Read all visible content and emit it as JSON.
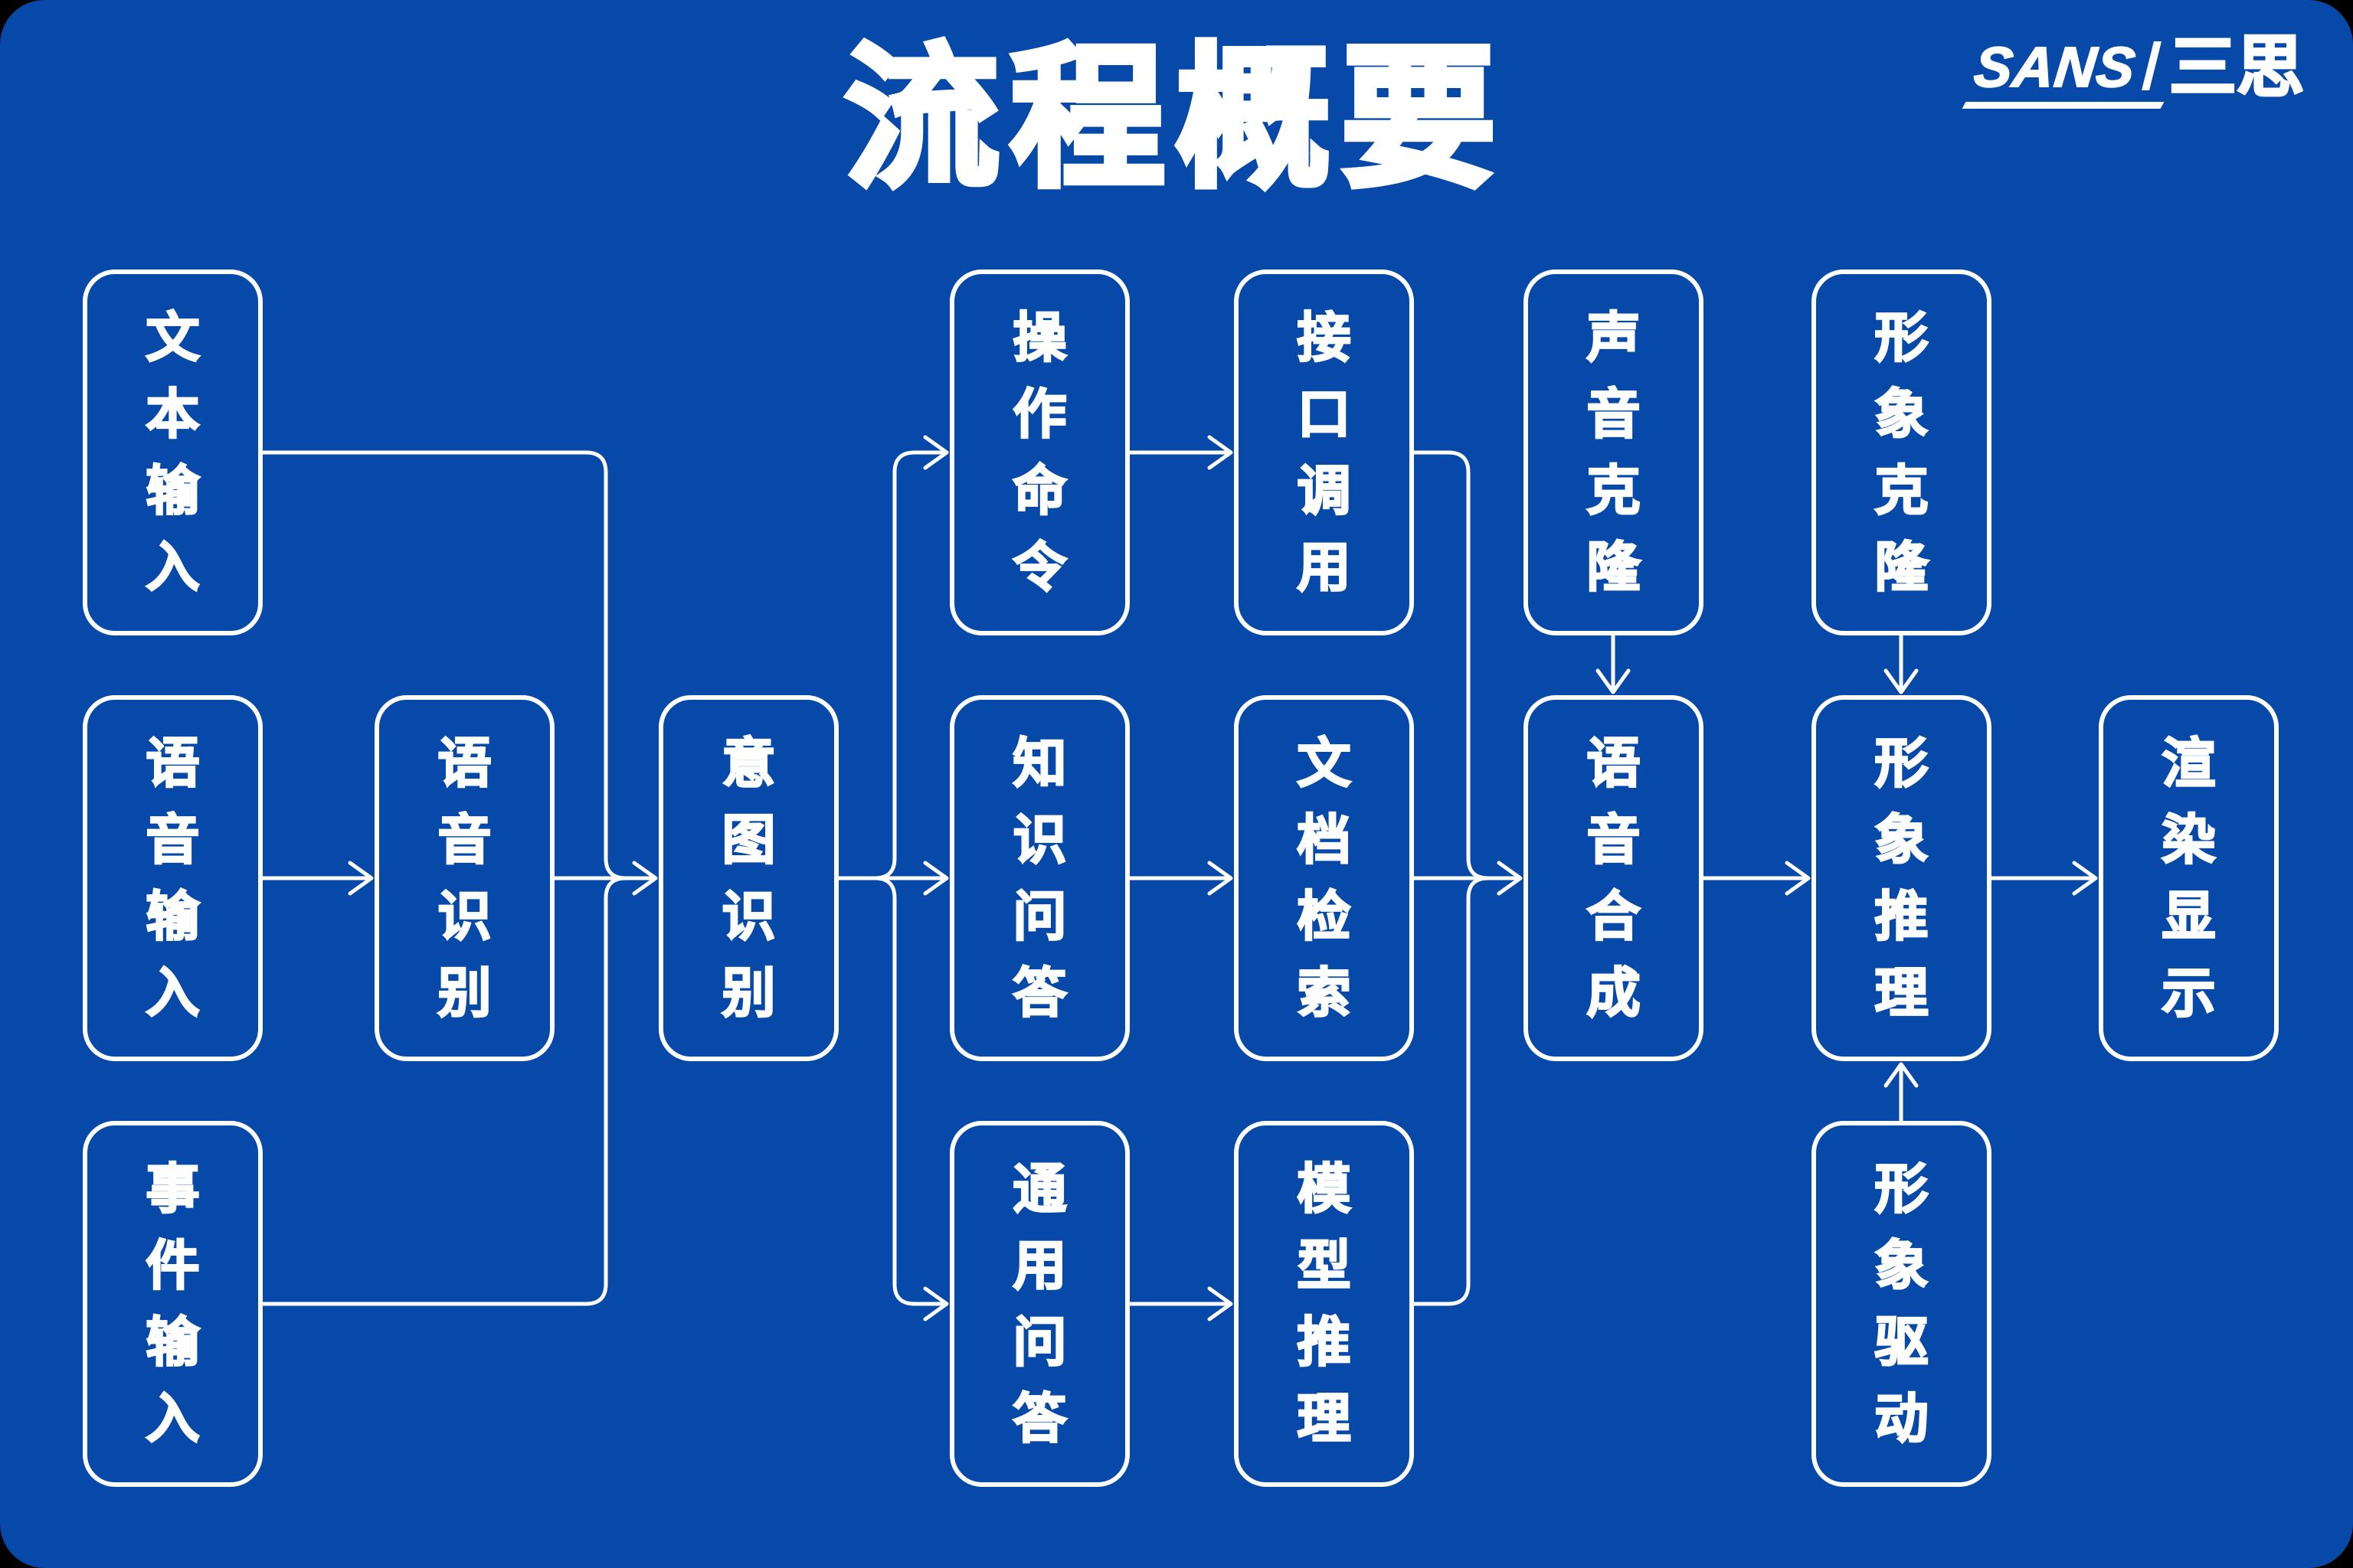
{
  "title": "流程概要",
  "logo": {
    "latin": "SANS",
    "cjk": "三思"
  },
  "colors": {
    "background": "#0749A9",
    "foreground": "#FFFFFF",
    "backdrop": "#000000"
  },
  "nodes": {
    "text_input": "文本输入",
    "voice_input": "语音输入",
    "event_input": "事件输入",
    "speech_recognition": "语音识别",
    "intent_recognition": "意图识别",
    "operation_command": "操作命令",
    "knowledge_qa": "知识问答",
    "general_qa": "通用问答",
    "api_call": "接口调用",
    "document_retrieval": "文档检索",
    "model_inference": "模型推理",
    "voice_cloning": "声音克隆",
    "speech_synthesis": "语音合成",
    "avatar_cloning": "形象克隆",
    "avatar_inference": "形象推理",
    "avatar_driving": "形象驱动",
    "render_display": "渲染显示"
  },
  "edges": [
    {
      "from": "text_input",
      "to": "intent_recognition"
    },
    {
      "from": "voice_input",
      "to": "speech_recognition"
    },
    {
      "from": "event_input",
      "to": "intent_recognition"
    },
    {
      "from": "speech_recognition",
      "to": "intent_recognition"
    },
    {
      "from": "intent_recognition",
      "to": "operation_command"
    },
    {
      "from": "intent_recognition",
      "to": "knowledge_qa"
    },
    {
      "from": "intent_recognition",
      "to": "general_qa"
    },
    {
      "from": "operation_command",
      "to": "api_call"
    },
    {
      "from": "knowledge_qa",
      "to": "document_retrieval"
    },
    {
      "from": "general_qa",
      "to": "model_inference"
    },
    {
      "from": "api_call",
      "to": "speech_synthesis"
    },
    {
      "from": "document_retrieval",
      "to": "speech_synthesis"
    },
    {
      "from": "model_inference",
      "to": "speech_synthesis"
    },
    {
      "from": "voice_cloning",
      "to": "speech_synthesis"
    },
    {
      "from": "speech_synthesis",
      "to": "avatar_inference"
    },
    {
      "from": "avatar_cloning",
      "to": "avatar_inference"
    },
    {
      "from": "avatar_driving",
      "to": "avatar_inference"
    },
    {
      "from": "avatar_inference",
      "to": "render_display"
    }
  ]
}
